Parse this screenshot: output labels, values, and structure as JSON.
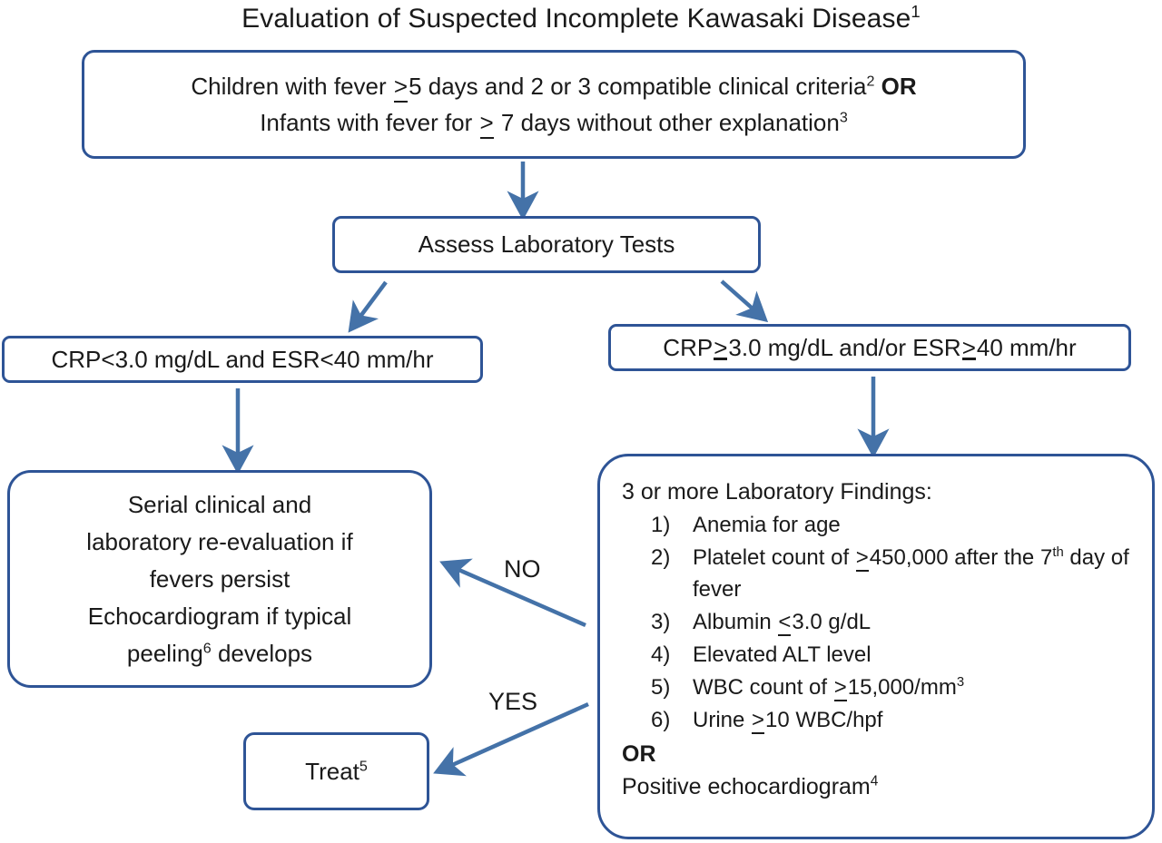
{
  "diagram": {
    "title": "Evaluation of Suspected Incomplete Kawasaki Disease",
    "title_superscript": "1",
    "accent_border_color": "#2E5496",
    "arrow_color": "#4472A8",
    "background_color": "#FFFFFF",
    "text_color": "#1A1A1A"
  },
  "nodes": {
    "criteria": {
      "line1_a": "Children with fever ",
      "line1_ge": ">",
      "line1_b": "5 days and 2 or 3 compatible clinical criteria",
      "line1_sup": "2",
      "line1_or": "OR",
      "line2_a": "Infants with fever for ",
      "line2_ge": ">",
      "line2_b": " 7 days without other explanation",
      "line2_sup": "3"
    },
    "assess": {
      "label": "Assess Laboratory Tests"
    },
    "crp_low": {
      "label": "CRP<3.0 mg/dL and ESR<40 mm/hr"
    },
    "crp_high": {
      "a": "CRP",
      "ge1": ">",
      "b": "3.0 mg/dL and/or ESR",
      "ge2": ">",
      "c": "40 mm/hr"
    },
    "serial": {
      "line1": "Serial clinical and",
      "line2": "laboratory re-evaluation if",
      "line3": "fevers persist",
      "line4": "Echocardiogram if typical",
      "line5_a": "peeling",
      "line5_sup": "6",
      "line5_b": " develops"
    },
    "treat": {
      "label": "Treat",
      "sup": "5"
    },
    "findings": {
      "heading": "3 or more Laboratory Findings:",
      "items": [
        {
          "parts": [
            {
              "t": "text",
              "v": "Anemia for age"
            }
          ]
        },
        {
          "parts": [
            {
              "t": "text",
              "v": "Platelet count of "
            },
            {
              "t": "ge",
              "v": ">"
            },
            {
              "t": "text",
              "v": "450,000 after the "
            },
            {
              "t": "text",
              "v": "7"
            },
            {
              "t": "sup",
              "v": "th"
            },
            {
              "t": "text",
              "v": " day of fever"
            }
          ]
        },
        {
          "parts": [
            {
              "t": "text",
              "v": "Albumin "
            },
            {
              "t": "le",
              "v": "<"
            },
            {
              "t": "text",
              "v": "3.0 g/dL"
            }
          ]
        },
        {
          "parts": [
            {
              "t": "text",
              "v": "Elevated ALT level"
            }
          ]
        },
        {
          "parts": [
            {
              "t": "text",
              "v": "WBC count of "
            },
            {
              "t": "ge",
              "v": ">"
            },
            {
              "t": "text",
              "v": "15,000/mm"
            },
            {
              "t": "sup",
              "v": "3"
            }
          ]
        },
        {
          "parts": [
            {
              "t": "text",
              "v": "Urine "
            },
            {
              "t": "ge",
              "v": ">"
            },
            {
              "t": "text",
              "v": "10 WBC/hpf"
            }
          ]
        }
      ],
      "or_label": "OR",
      "tail": "Positive echocardiogram",
      "tail_sup": "4"
    }
  },
  "edges": {
    "no_label": "NO",
    "yes_label": "YES"
  }
}
